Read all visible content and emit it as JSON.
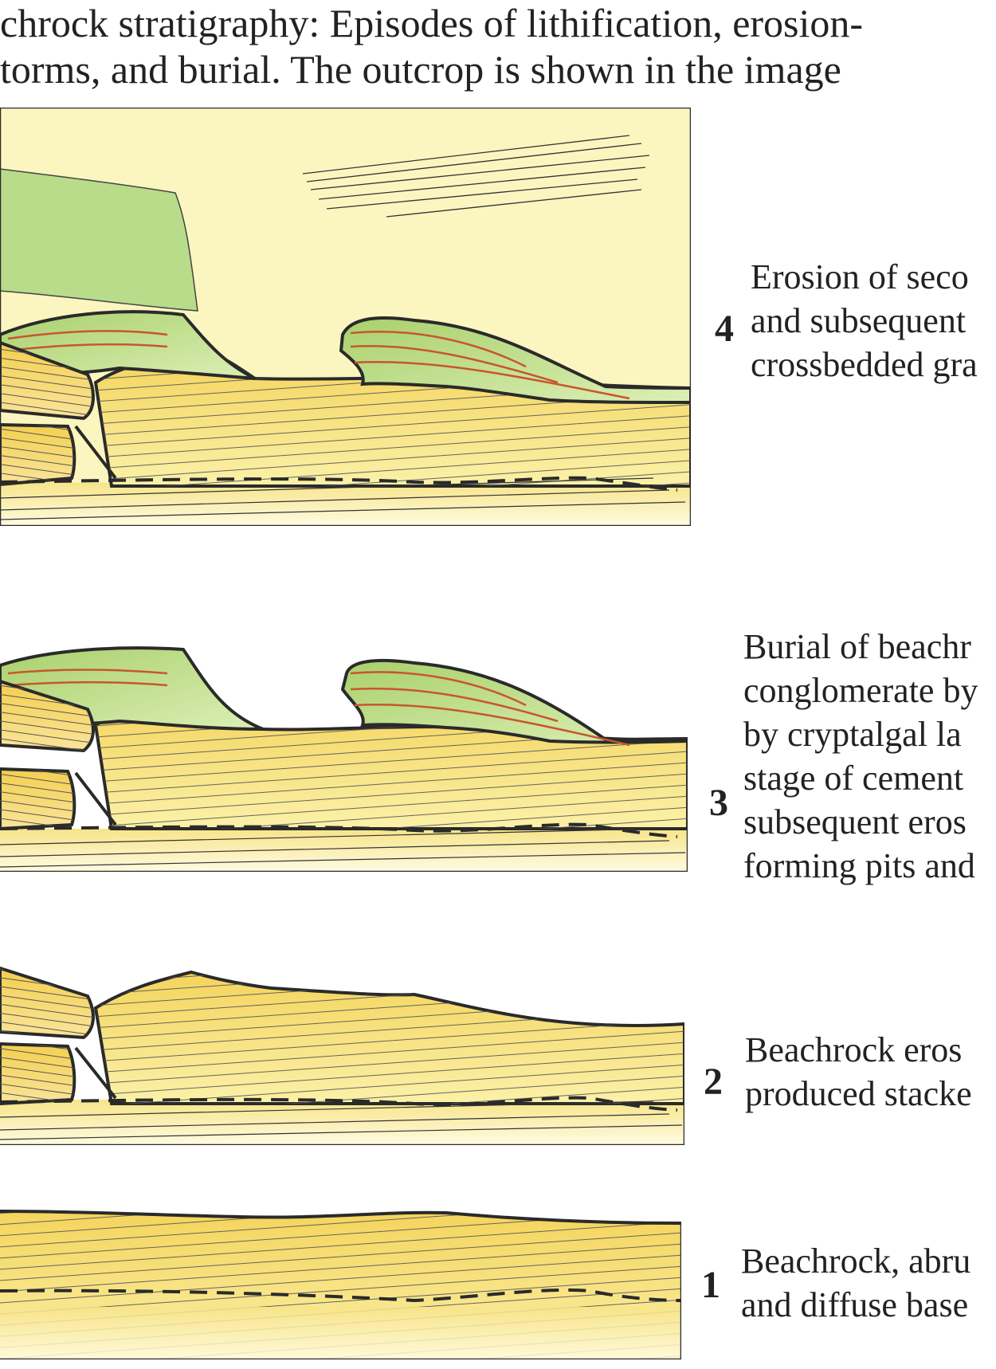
{
  "title": {
    "line1": "chrock stratigraphy: Episodes of lithification, erosion-",
    "line2": "torms, and burial. The outcrop is shown in the image"
  },
  "stages": [
    {
      "number": "4",
      "caption": [
        "Erosion of seco",
        "and subsequent",
        "crossbedded gra"
      ]
    },
    {
      "number": "3",
      "caption": [
        "Burial of beachr",
        "conglomerate by",
        "by cryptalgal la",
        "stage of cement",
        "subsequent eros",
        "forming pits and"
      ]
    },
    {
      "number": "2",
      "caption": [
        "Beachrock eros",
        "produced stacke"
      ]
    },
    {
      "number": "1",
      "caption": [
        "Beachrock, abru",
        "and diffuse base"
      ]
    }
  ],
  "colors": {
    "sand_light": "#fbf6c0",
    "sand": "#f6d969",
    "sand_dark": "#f0c63c",
    "algal_green": "#c8e39a",
    "algal_green_dark": "#a8d070",
    "lamina_red": "#c8562e",
    "outline": "#2a2a2a"
  }
}
